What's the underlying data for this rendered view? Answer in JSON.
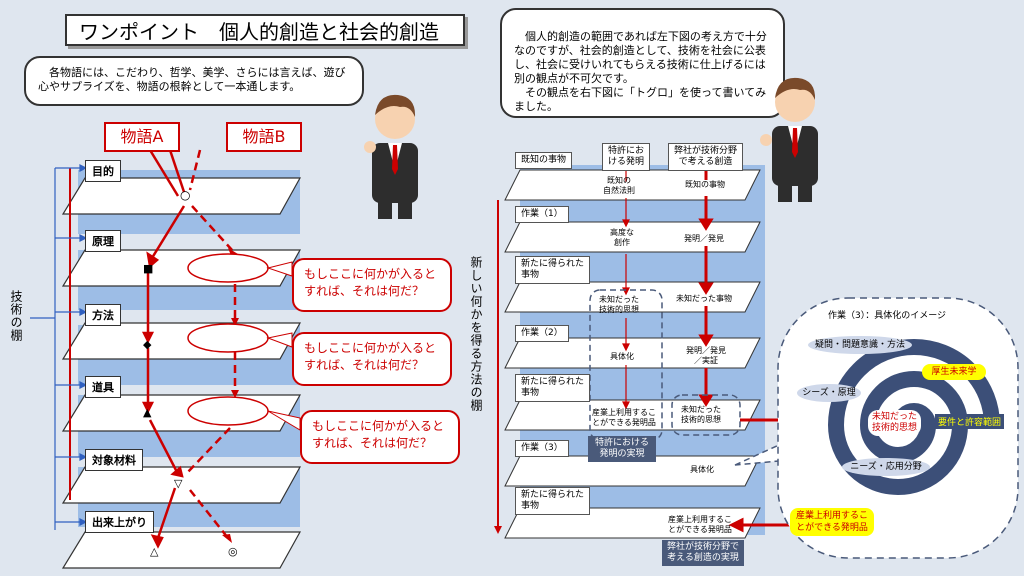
{
  "title": "ワンポイント　個人的創造と社会的創造",
  "left": {
    "bubble": "　各物語には、こだわり、哲学、美学、さらには言えば、遊び心やサプライズを、物語の根幹として一本通します。",
    "story_a": "物語A",
    "story_b": "物語B",
    "shelf_label": "技術の棚",
    "layers": [
      "目的",
      "原理",
      "方法",
      "道具",
      "対象材料",
      "出来上がり"
    ],
    "marks": [
      "○",
      "■",
      "◆",
      "▲",
      "▽",
      "△",
      "◎"
    ],
    "question": "もしここに何かが入るとすれば、それは何だ？"
  },
  "right": {
    "bubble": "　個人的創造の範囲であれば左下図の考え方で十分なのですが、社会的創造として、技術を社会に公表し、社会に受けいれてもらえる技術に仕上げるには別の観点が不可欠です。\n　その観点を右下図に「トグロ」を使って書いてみました。",
    "side_label": "新しい何かを得る方法の棚",
    "col_head1": "特許にお\nける発明",
    "col_head2": "弊社が技術分野\nで考える創造",
    "rows": [
      "既知の事物",
      "作業（1）",
      "新たに得られた\n事物",
      "作業（2）",
      "新たに得られた\n事物",
      "作業（3）",
      "新たに得られた\n事物"
    ],
    "c1": [
      "既知の\n自然法則",
      "高度な\n創作",
      "未知だった\n技術的思想",
      "具体化",
      "産業上利用するこ\nとができる発明品"
    ],
    "c2": [
      "既知の事物",
      "発明／発見",
      "未知だった事物",
      "発明／発見\n／実証",
      "未知だった\n技術的思想",
      "具体化",
      "産業上利用するこ\nとができる発明品"
    ],
    "patent_label": "特許における\n発明の実現",
    "company_label": "弊社が技術分野で\n考える創造の実現",
    "spiral_title": "作業（3）：具体化のイメージ",
    "spiral_items": [
      "疑問・問題意識・方法",
      "厚生未来学",
      "シーズ・原理",
      "未知だった\n技術的思想",
      "要件と許容範囲",
      "ニーズ・応用分野",
      "産業上利用するこ\nとができる発明品"
    ]
  },
  "colors": {
    "accent_red": "#c00000",
    "layer_blue": "#9dbde6",
    "spiral_navy": "#3c4f78"
  }
}
